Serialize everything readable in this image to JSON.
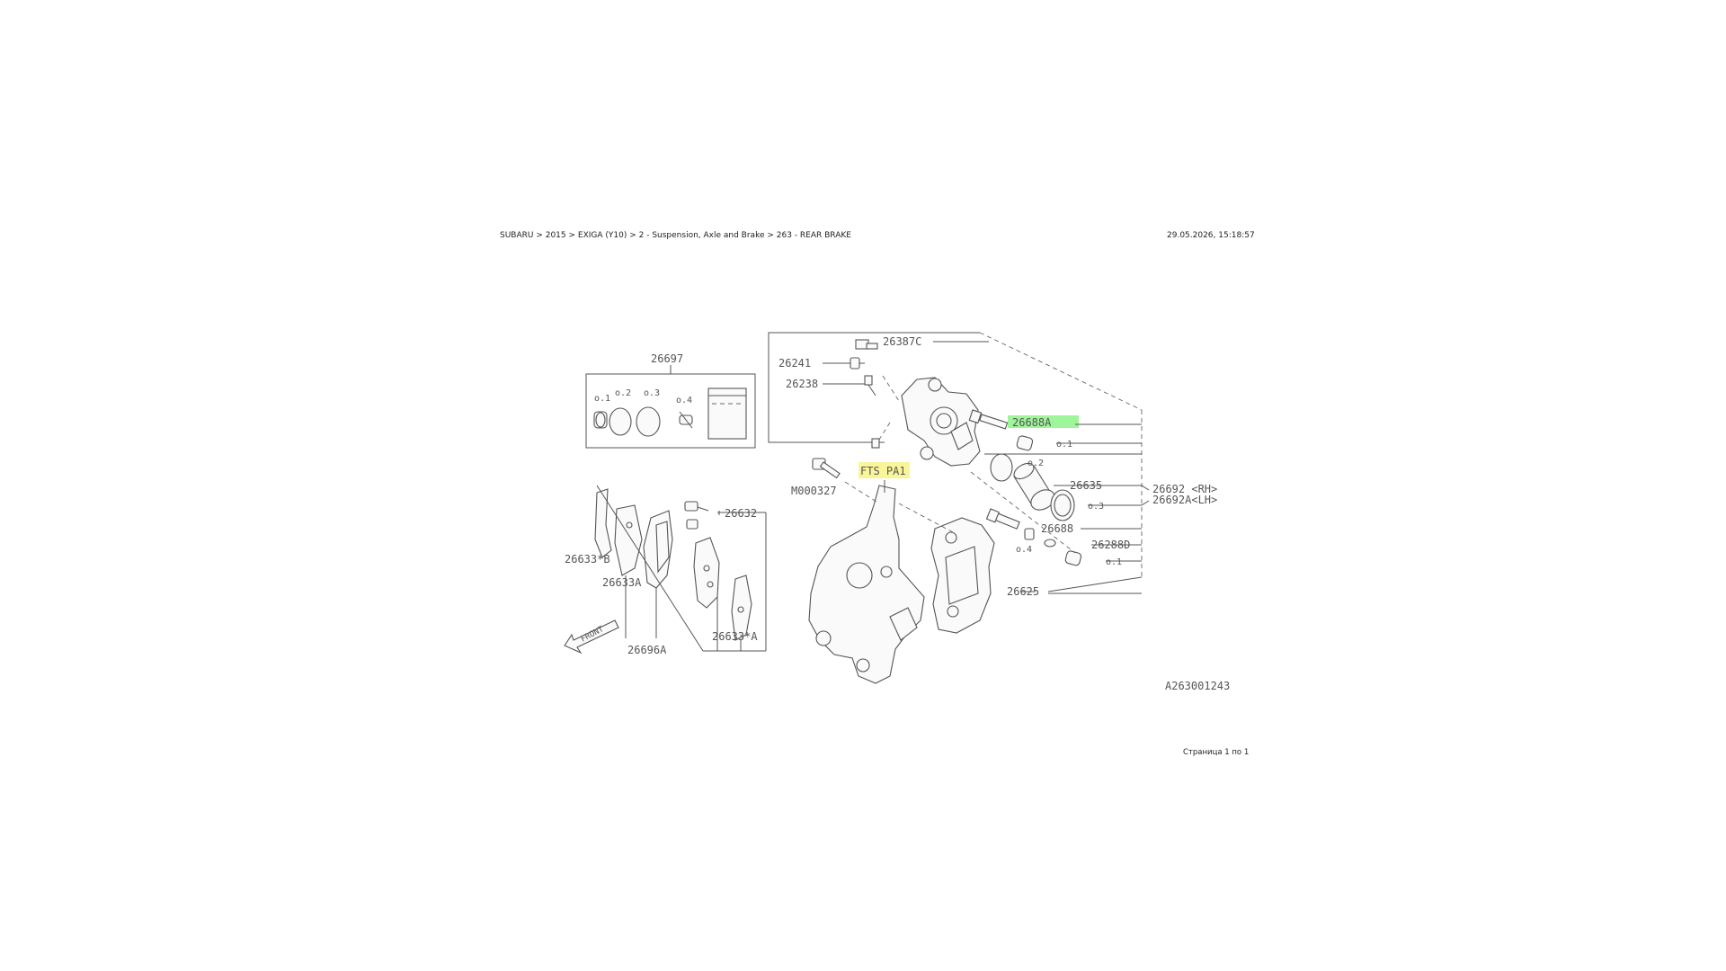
{
  "header": {
    "breadcrumb": "SUBARU > 2015 > EXIGA (Y10) > 2 - Suspension, Axle and Brake > 263 - REAR BRAKE",
    "datetime": "29.05.2026, 15:18:57"
  },
  "diagram": {
    "labels": {
      "p26697": "26697",
      "p26387c": "26387C",
      "p26241": "26241",
      "p26238": "26238",
      "p26688a": "26688A",
      "p26635": "26635",
      "p26692rh": "26692 <RH>",
      "p26692alh": "26692A<LH>",
      "p26688": "26688",
      "p26288d": "26288D",
      "p26625": "26625",
      "p26632": "26632",
      "p26633b": "26633*B",
      "p26633a": "26633A",
      "p26633sa": "26633*A",
      "p26696a": "26696A",
      "m000327": "M000327",
      "ftspa1": "FTS PA1",
      "front": "FRONT",
      "diagram_id": "A263001243",
      "kit_o1": "o.1",
      "kit_o2": "o.2",
      "kit_o3": "o.3",
      "kit_o4": "o.4",
      "o1a": "o.1",
      "o2": "o.2",
      "o3": "o.3",
      "o4": "o.4",
      "o1b": "o.1"
    },
    "highlight_colors": {
      "selected": "#9ef59a",
      "reference": "#fbf59a"
    }
  },
  "footer": {
    "page": "Страница 1 по 1"
  }
}
